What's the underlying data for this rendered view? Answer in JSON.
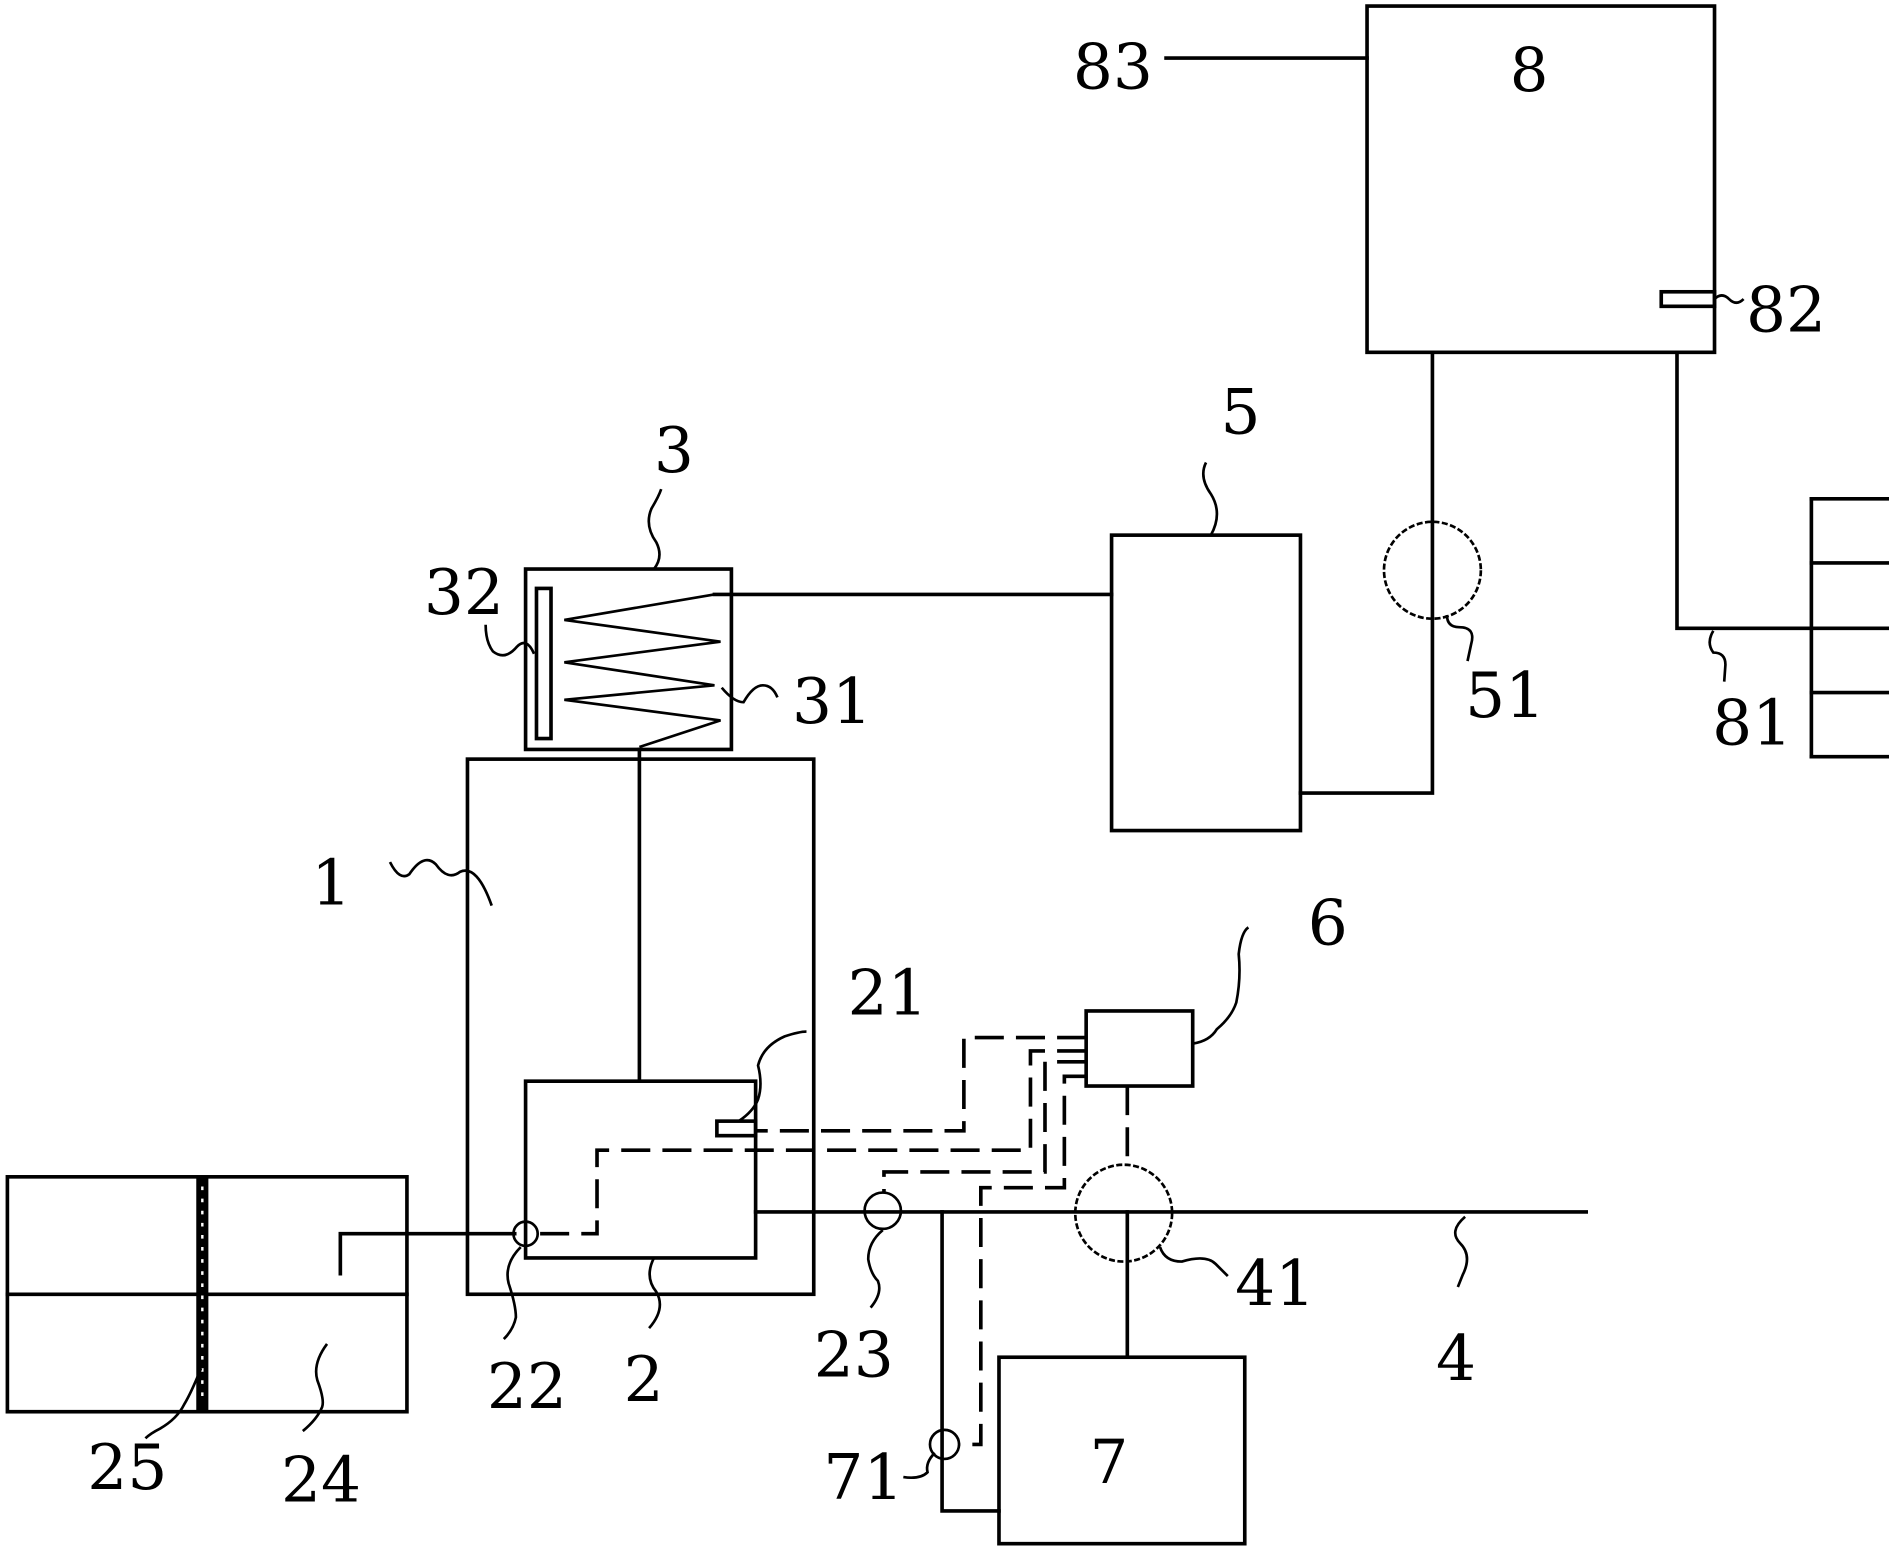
{
  "diagram": {
    "type": "schematic",
    "colors": {
      "line": "#000000",
      "background": "#ffffff"
    },
    "labels": {
      "l1": "1",
      "l2": "2",
      "l3": "3",
      "l4": "4",
      "l5": "5",
      "l6": "6",
      "l7": "7",
      "l8": "8",
      "l21": "21",
      "l22": "22",
      "l23": "23",
      "l24": "24",
      "l25": "25",
      "l31": "31",
      "l32": "32",
      "l41": "41",
      "l51": "51",
      "l71": "71",
      "l81": "81",
      "l82": "82",
      "l83": "83"
    },
    "components": [
      {
        "id": "1",
        "kind": "housing"
      },
      {
        "id": "2",
        "kind": "inner-chamber"
      },
      {
        "id": "3",
        "kind": "condenser"
      },
      {
        "id": "4",
        "kind": "main-pipe"
      },
      {
        "id": "5",
        "kind": "tank"
      },
      {
        "id": "6",
        "kind": "controller"
      },
      {
        "id": "7",
        "kind": "tank"
      },
      {
        "id": "8",
        "kind": "tank"
      },
      {
        "id": "21",
        "kind": "sensor"
      },
      {
        "id": "22",
        "kind": "valve"
      },
      {
        "id": "23",
        "kind": "valve"
      },
      {
        "id": "24",
        "kind": "vessel"
      },
      {
        "id": "25",
        "kind": "membrane"
      },
      {
        "id": "31",
        "kind": "coil"
      },
      {
        "id": "32",
        "kind": "plate"
      },
      {
        "id": "41",
        "kind": "pump"
      },
      {
        "id": "51",
        "kind": "pump"
      },
      {
        "id": "71",
        "kind": "valve"
      },
      {
        "id": "81",
        "kind": "outlet-manifold"
      },
      {
        "id": "82",
        "kind": "sensor"
      },
      {
        "id": "83",
        "kind": "inlet-pipe"
      }
    ]
  }
}
